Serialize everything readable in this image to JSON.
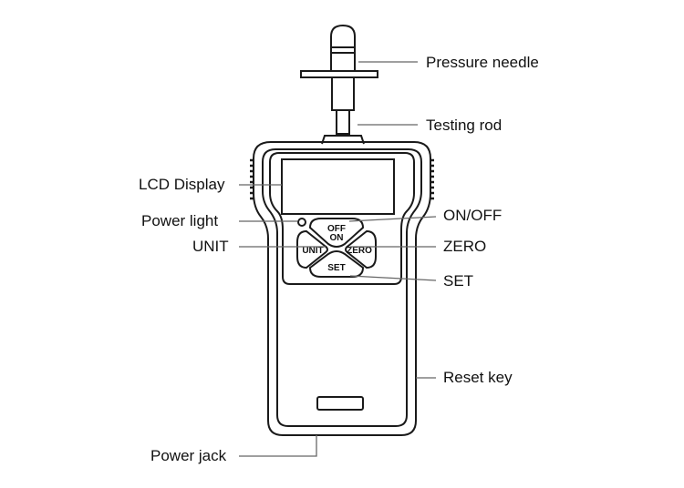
{
  "labels": {
    "pressure_needle": "Pressure needle",
    "testing_rod": "Testing rod",
    "lcd_display": "LCD Display",
    "power_light": "Power light",
    "unit": "UNIT",
    "on_off": "ON/OFF",
    "zero": "ZERO",
    "set": "SET",
    "reset_key": "Reset key",
    "power_jack": "Power jack"
  },
  "buttons": {
    "off": "OFF",
    "on": "ON",
    "unit": "UNIT",
    "zero": "ZERO",
    "set": "SET"
  }
}
